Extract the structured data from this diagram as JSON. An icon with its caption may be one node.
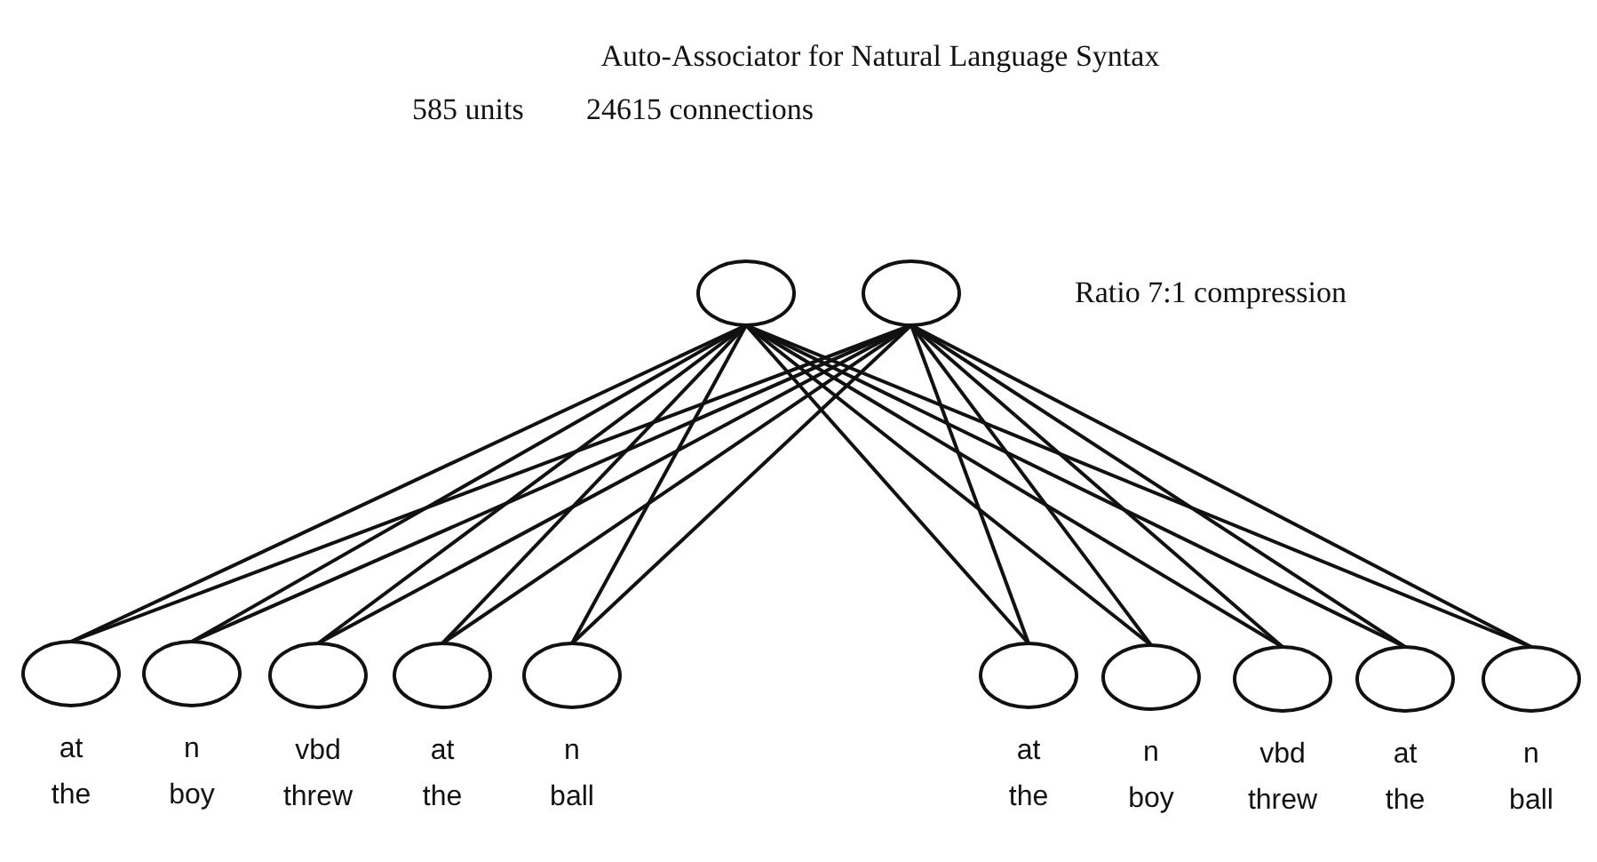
{
  "diagram": {
    "title": "Auto-Associator for Natural Language Syntax",
    "nodes": [
      {
        "text": [],
        "shape": "circle"
      },
      {
        "text": [],
        "shape": "circle"
      },
      {
        "text": [
          "at",
          "the"
        ]
      },
      {
        "text": [
          "n",
          "boy"
        ]
      },
      {
        "text": [
          "vbd",
          "threw"
        ]
      },
      {
        "text": [
          "at",
          "the"
        ]
      },
      {
        "text": [
          "n",
          "ball"
        ]
      },
      {
        "text": [
          "at",
          "the"
        ]
      },
      {
        "text": [
          "n",
          "boy"
        ]
      },
      {
        "text": [
          "vbd",
          "threw"
        ]
      },
      {
        "text": [
          "at",
          "the"
        ]
      },
      {
        "text": [
          "n",
          "ball"
        ]
      }
    ],
    "edges": [
      {
        "from": 0,
        "to": 2,
        "arrow": "none"
      },
      {
        "from": 0,
        "to": 3,
        "arrow": "none"
      },
      {
        "from": 0,
        "to": 4,
        "arrow": "none"
      },
      {
        "from": 0,
        "to": 5,
        "arrow": "none"
      },
      {
        "from": 0,
        "to": 6,
        "arrow": "none"
      },
      {
        "from": 0,
        "to": 7,
        "arrow": "none"
      },
      {
        "from": 0,
        "to": 8,
        "arrow": "none"
      },
      {
        "from": 0,
        "to": 9,
        "arrow": "none"
      },
      {
        "from": 0,
        "to": 10,
        "arrow": "none"
      },
      {
        "from": 0,
        "to": 11,
        "arrow": "none"
      },
      {
        "from": 1,
        "to": 2,
        "arrow": "none"
      },
      {
        "from": 1,
        "to": 3,
        "arrow": "none"
      },
      {
        "from": 1,
        "to": 4,
        "arrow": "none"
      },
      {
        "from": 1,
        "to": 5,
        "arrow": "none"
      },
      {
        "from": 1,
        "to": 6,
        "arrow": "none"
      },
      {
        "from": 1,
        "to": 7,
        "arrow": "none"
      },
      {
        "from": 1,
        "to": 8,
        "arrow": "none"
      },
      {
        "from": 1,
        "to": 9,
        "arrow": "none"
      },
      {
        "from": 1,
        "to": 10,
        "arrow": "none"
      },
      {
        "from": 1,
        "to": 11,
        "arrow": "none"
      }
    ],
    "labels": [
      "585 units",
      "24615 connections",
      "Ratio 7:1 compression"
    ]
  }
}
